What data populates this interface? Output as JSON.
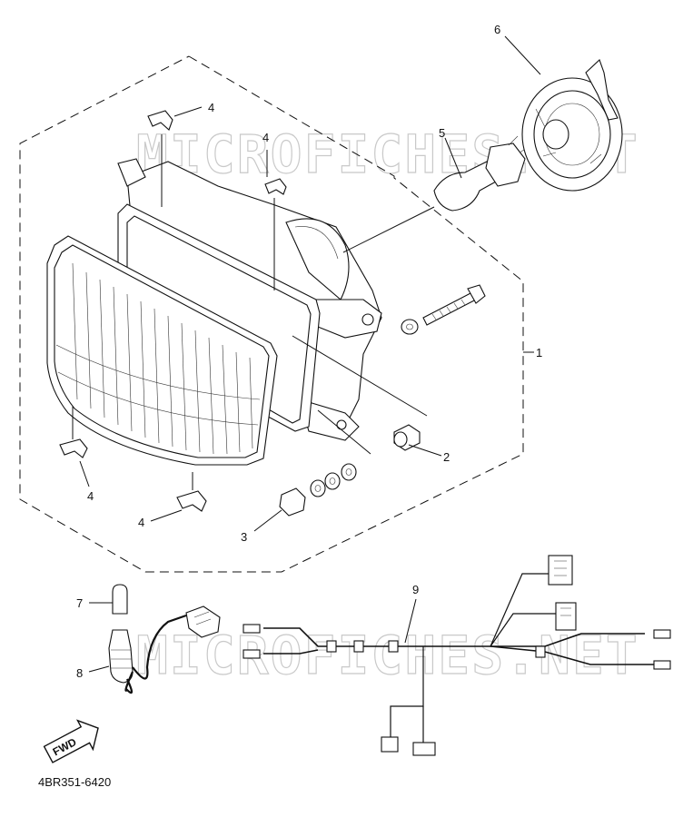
{
  "callouts": {
    "c1": "1",
    "c2": "2",
    "c3": "3",
    "c4a": "4",
    "c4b": "4",
    "c4c": "4",
    "c4d": "4",
    "c5": "5",
    "c6": "6",
    "c7": "7",
    "c8": "8",
    "c9": "9"
  },
  "fwd_label": "FWD",
  "diagram_code": "4BR351-6420",
  "watermark": {
    "top": "MICROFICHES.NET",
    "bottom": "MICROFICHES.NET"
  }
}
